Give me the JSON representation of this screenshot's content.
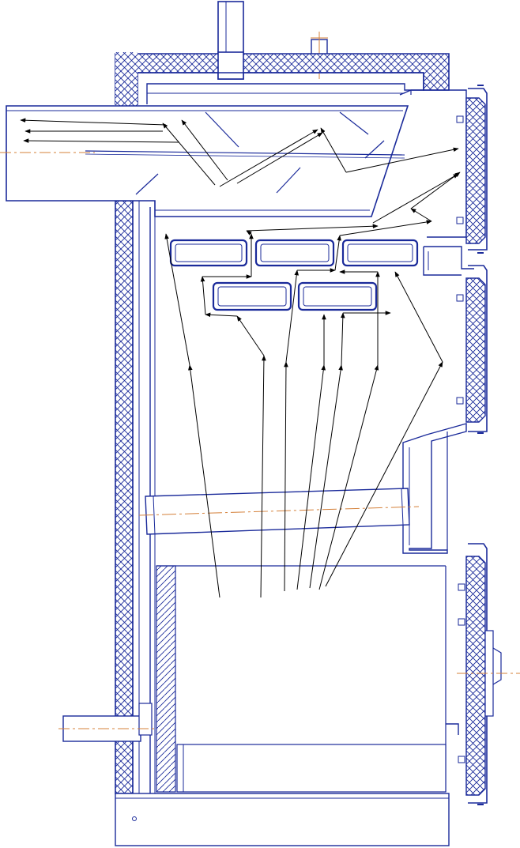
{
  "colors": {
    "outline": "#1a2a9a",
    "ink": "#000000",
    "centerline": "#d4803a",
    "background": "#ffffff"
  },
  "drawing": {
    "kind": "boiler-cross-section",
    "insulation_pattern": "crosshatch",
    "refractory_pattern": "diagonal-hatch",
    "flue_arrow_count": 33
  }
}
